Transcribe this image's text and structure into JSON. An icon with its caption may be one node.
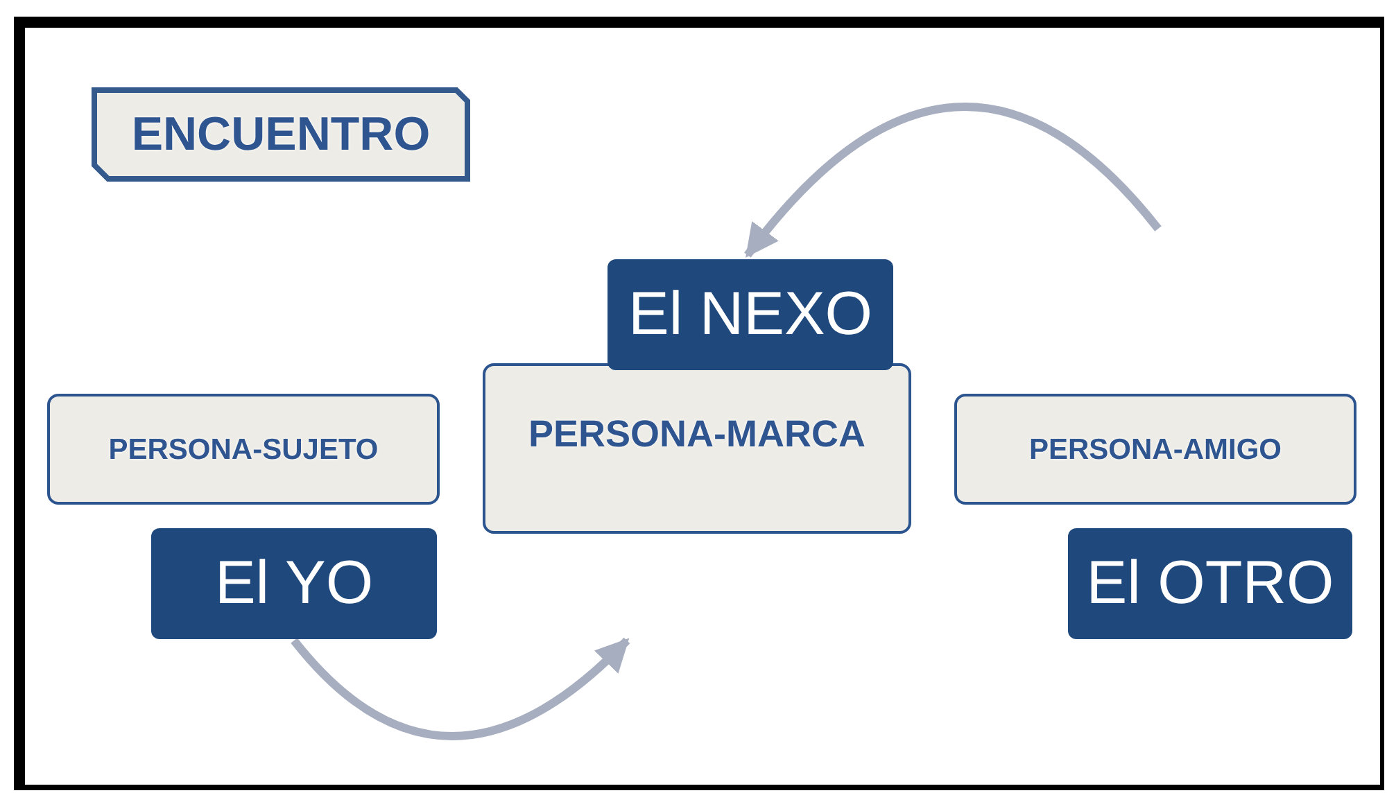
{
  "diagram": {
    "nodes": [
      {
        "text": [
          "ENCUENTRO"
        ]
      },
      {
        "text": [
          "El NEXO"
        ]
      },
      {
        "text": [
          "PERSONA-SUJETO"
        ]
      },
      {
        "text": [
          "PERSONA-MARCA"
        ]
      },
      {
        "text": [
          "PERSONA-AMIGO"
        ]
      },
      {
        "text": [
          "El YO"
        ]
      },
      {
        "text": [
          "El OTRO"
        ]
      }
    ],
    "edges": [
      {
        "from": null,
        "to": 1,
        "arrow": "to"
      },
      {
        "from": 5,
        "to": null,
        "arrow": "to"
      }
    ]
  }
}
